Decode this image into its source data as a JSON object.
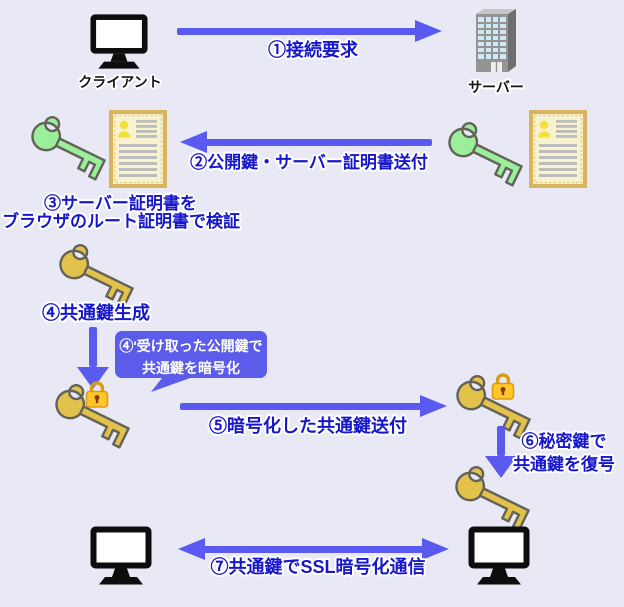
{
  "canvas": {
    "background": "#e9e9f6",
    "arrow_color": "#5a5af0",
    "step_text_color": "#1616cc",
    "callout_bg": "#5c5cea",
    "callout_text_color": "#ffffff"
  },
  "actors": {
    "client": {
      "label": "クライアント",
      "icon": "desktop-monitor-icon"
    },
    "server": {
      "label": "サーバー",
      "icon": "office-building-icon"
    }
  },
  "icons": {
    "public_key": "green-key-icon",
    "server_certificate": "certificate-icon",
    "common_key": "gold-key-icon",
    "encrypted_key_lock": "padlock-icon",
    "client_pc": "desktop-monitor-icon",
    "server_building": "office-building-icon"
  },
  "colors": {
    "public_key_green": "#9bef9b",
    "common_key_gold": "#e2c24b",
    "padlock_orange": "#ffc727",
    "certificate_cream": "#f9f2cf",
    "certificate_gold": "#d8b45e",
    "monitor_black": "#0d0d0d",
    "building_gray": "#949494",
    "window_blue": "#cfe9f5"
  },
  "steps": [
    {
      "label": "①接続要求",
      "direction": "right"
    },
    {
      "label": "②公開鍵・サーバー証明書送付",
      "direction": "left"
    },
    {
      "line1": "③サーバー証明書を",
      "line2": "ブラウザのルート証明書で検証"
    },
    {
      "label": "④共通鍵生成"
    },
    {
      "line1": "④'受け取った公開鍵で",
      "line2": "共通鍵を暗号化",
      "type": "callout"
    },
    {
      "label": "⑤暗号化した共通鍵送付",
      "direction": "right"
    },
    {
      "line1": "⑥秘密鍵で",
      "line2": "共通鍵を復号",
      "direction": "down"
    },
    {
      "label": "⑦共通鍵でSSL暗号化通信",
      "direction": "both"
    }
  ]
}
